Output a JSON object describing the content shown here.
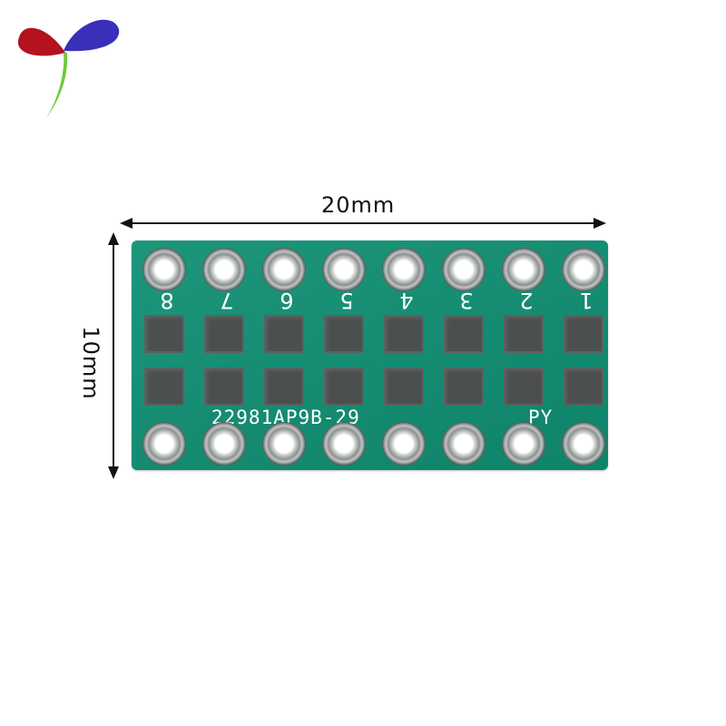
{
  "dimensions": {
    "width_label": "20mm",
    "height_label": "10mm"
  },
  "board": {
    "pin_numbers": [
      "8",
      "7",
      "6",
      "5",
      "4",
      "3",
      "2",
      "1"
    ],
    "silkscreen_code": "22981AP9B-29",
    "silkscreen_mark": "PY",
    "colors": {
      "pcb": "#0f8f73",
      "pad": "#4b504f",
      "silkscreen": "#ffffff"
    }
  },
  "logo": {
    "colors": [
      "#b3121e",
      "#3a2fb8",
      "#6ec93a"
    ]
  }
}
